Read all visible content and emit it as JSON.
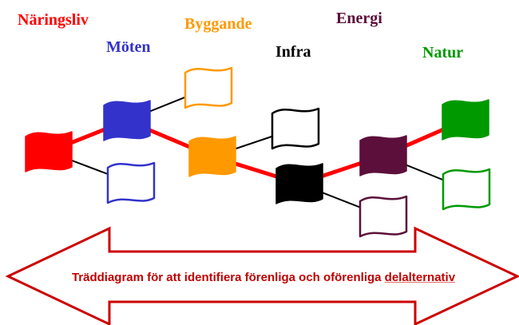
{
  "categories": [
    {
      "id": "naringsliv",
      "label": "Näringsliv",
      "color": "#ff0000"
    },
    {
      "id": "moten",
      "label": "Möten",
      "color": "#3333cc"
    },
    {
      "id": "byggande",
      "label": "Byggande",
      "color": "#ff9900"
    },
    {
      "id": "infra",
      "label": "Infra",
      "color": "#000000"
    },
    {
      "id": "energi",
      "label": "Energi",
      "color": "#5c0f3a"
    },
    {
      "id": "natur",
      "label": "Natur",
      "color": "#009900"
    }
  ],
  "caption": {
    "prefix": "Träddiagram för att identifiera förenliga och oförenliga ",
    "underlined": "delalternativ"
  },
  "colors": {
    "selected_path": "#ff0000",
    "rejected_path": "#000000",
    "arrow_outline": "#cc0000"
  },
  "nodes": [
    {
      "id": "n-naringsliv",
      "category": "naringsliv",
      "filled": true
    },
    {
      "id": "n-moten",
      "category": "moten",
      "filled": true
    },
    {
      "id": "n-moten-alt",
      "category": "moten",
      "filled": false
    },
    {
      "id": "n-byggande-alt",
      "category": "byggande",
      "filled": false
    },
    {
      "id": "n-byggande",
      "category": "byggande",
      "filled": true
    },
    {
      "id": "n-infra-alt",
      "category": "infra",
      "filled": false
    },
    {
      "id": "n-infra",
      "category": "infra",
      "filled": true
    },
    {
      "id": "n-energi",
      "category": "energi",
      "filled": true
    },
    {
      "id": "n-energi-alt",
      "category": "energi",
      "filled": false
    },
    {
      "id": "n-natur",
      "category": "natur",
      "filled": true
    },
    {
      "id": "n-natur-alt",
      "category": "natur",
      "filled": false
    }
  ],
  "edges": [
    {
      "from": "n-naringsliv",
      "to": "n-moten",
      "selected": true
    },
    {
      "from": "n-naringsliv",
      "to": "n-moten-alt",
      "selected": false
    },
    {
      "from": "n-moten",
      "to": "n-byggande-alt",
      "selected": false
    },
    {
      "from": "n-moten",
      "to": "n-byggande",
      "selected": true
    },
    {
      "from": "n-byggande",
      "to": "n-infra-alt",
      "selected": false
    },
    {
      "from": "n-byggande",
      "to": "n-infra",
      "selected": true
    },
    {
      "from": "n-infra",
      "to": "n-energi",
      "selected": true
    },
    {
      "from": "n-infra",
      "to": "n-energi-alt",
      "selected": false
    },
    {
      "from": "n-energi",
      "to": "n-natur",
      "selected": true
    },
    {
      "from": "n-energi",
      "to": "n-natur-alt",
      "selected": false
    }
  ]
}
